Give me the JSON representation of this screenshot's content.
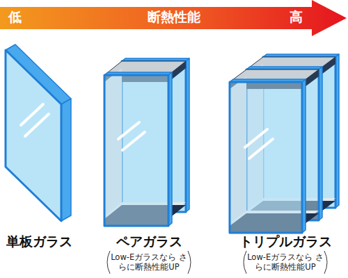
{
  "diagram": {
    "nodes": [
      {
        "text": [
          "低",
          "断熱性能",
          "高"
        ]
      }
    ],
    "labels": [
      "単板ガラス",
      "ペアガラス",
      "Low-Eガラスなら さらに断熱性能UP",
      "トリプルガラス",
      "Low-Eガラスなら さらに断熱性能UP"
    ]
  }
}
